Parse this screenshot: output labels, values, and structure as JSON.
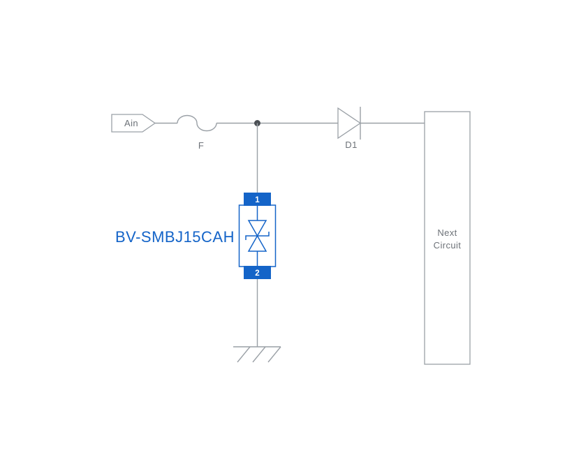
{
  "diagram": {
    "labels": {
      "input_tag": "Ain",
      "fuse": "F",
      "diode": "D1",
      "tvs_part_number": "BV-SMBJ15CAH",
      "tvs_pin_top": "1",
      "tvs_pin_bottom": "2",
      "next_circuit_line1": "Next",
      "next_circuit_line2": "Circuit"
    },
    "colors": {
      "wire_gray": "#9aa0a6",
      "label_gray": "#6d7278",
      "accent_blue": "#1464c8",
      "junction_dot": "#4a4f54",
      "pin_number_text": "#ffffff",
      "background": "#ffffff"
    }
  }
}
